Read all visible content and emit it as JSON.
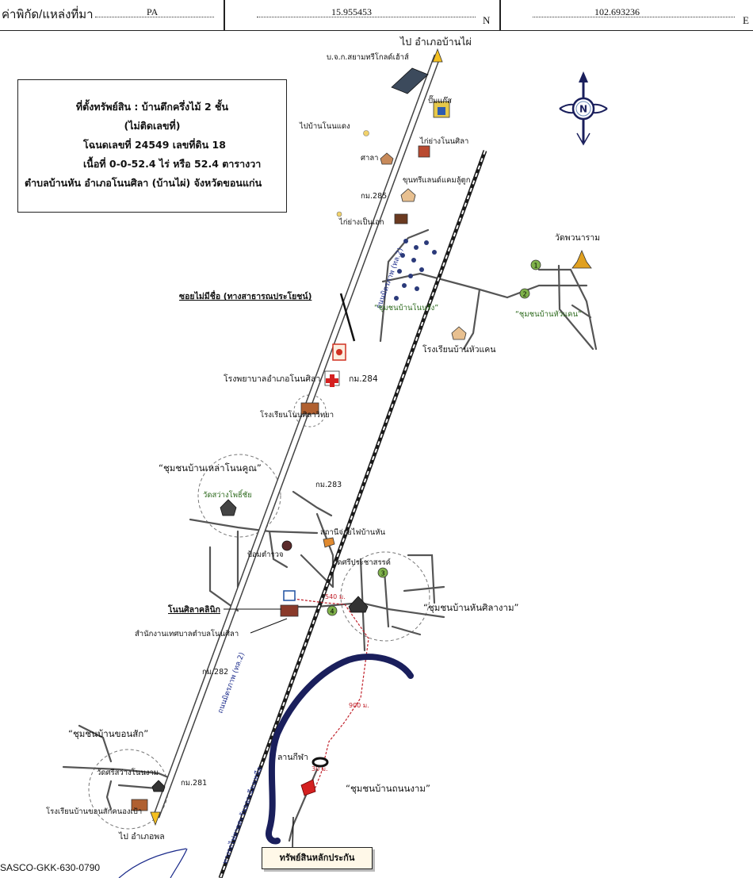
{
  "header": {
    "label": "ค่าพิกัด/แหล่งที่มา",
    "source": "PA",
    "latitude": "15.955453",
    "lat_unit": "N",
    "longitude": "102.693236",
    "lon_unit": "E"
  },
  "info_box": {
    "line1": "ที่ตั้งทรัพย์สิน : บ้านตึกครึ่งไม้ 2 ชั้น",
    "line2": "(ไม่ติดเลขที่)",
    "line3": "โฉนดเลขที่ 24549 เลขที่ดิน 18",
    "line4": "เนื้อที่ 0-0-52.4 ไร่ หรือ 52.4 ตารางวา",
    "line5": "ตำบลบ้านหัน อำเภอโนนศิลา (บ้านไผ่) จังหวัดขอนแก่น"
  },
  "map_labels": {
    "to_ban_phai": "ไป อำเภอบ้านไผ่",
    "to_amphoe_phon": "ไป อำเภอพล",
    "company": "บ.จ.ก.สยามทรีโกลด์เฮ้าส์",
    "gas_station": "ปั๊มแก๊ส",
    "to_ban_non_daeng": "ไปบ้านโนนแดง",
    "chicken_grill_nonsila": "ไก่ย่างโนนศิลา",
    "sala": "ศาลา",
    "ban_sri_land": "ขุนทรีแลนด์แคมลู้ตูก",
    "km285": "กม.285",
    "chicken_grill_pen": "ไก่ย่างเป็นเอก",
    "wat_phawanaram": "วัดพวนาราม",
    "community_hua_khan_north": "“ชุมชนบ้านหัวแคน”",
    "community_non_rang": "“ชุมชนบ้านโนนรัง”",
    "school_hua_khan": "โรงเรียนบ้านหัวแคน",
    "unnamed_soi": "ซอยไม่มีชื่อ (ทางสาธารณประโยชน์)",
    "hospital": "โรงพยาบาลอำเภอโนนศิลา",
    "km284": "กม.284",
    "school_nonsila": "โรงเรียนโนนศิลาวิทยา",
    "community_lao_non_khun": "“ชุมชนบ้านเหล่าโนนคูณ”",
    "km283": "กม.283",
    "wat_sawang_phothi": "วัดสว่างโพธิ์ชัย",
    "substation": "สถานีจ่ายไฟบ้านหัน",
    "police_box": "ป้อมตำรวจ",
    "wat_sri_prachasan": "วัดศรีประชาสรรค์",
    "dist_540": "540 ม.",
    "community_han_sila_ngam": "“ชุมชนบ้านหันศิลางาม”",
    "clinic": "โนนศิลาคลินิก",
    "municipal_office": "สำนักงานเทศบาลตำบลโนนศิลา",
    "km282": "กม.282",
    "dist_900": "900 ม.",
    "community_khon_sak": "“ชุมชนบ้านขอนสัก”",
    "wat_sri_sawang": "วัดศรีสว่างโนนงาม",
    "km281": "กม.281",
    "school_khon_sak": "โรงเรียนบ้านขอนสักคนองเป้า",
    "stadium": "ลานกีฬา",
    "dist_30": "30 ม.",
    "community_thanon_ngam": "“ชุมชนบ้านถนนงาม”",
    "highway_name": "ถนนมิตรภาพ (ทล.2)",
    "railway_name": "ทางรถไฟสายตะวันออกเฉียงเหนือ",
    "reference_code": "SASCO-GKK-630-0790",
    "marker1": "1",
    "marker2": "2",
    "marker3": "3",
    "marker4": "4",
    "compass_n": "N"
  },
  "legend": {
    "collateral": "ทรัพย์สินหลักประกัน"
  },
  "colors": {
    "route_red": "#c0202a",
    "river_navy": "#1a1f5c",
    "marker_green": "#7fb24a",
    "property_red": "#d42020",
    "road_gray": "#555555"
  }
}
